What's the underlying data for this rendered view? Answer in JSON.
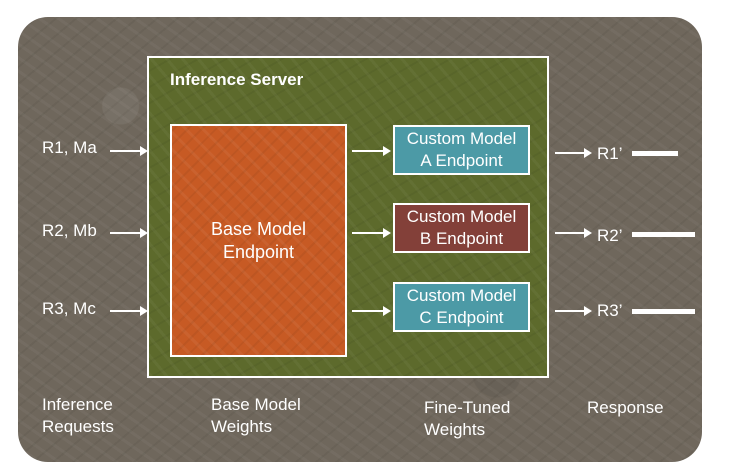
{
  "inputs": [
    "R1, Ma",
    "R2, Mb",
    "R3, Mc"
  ],
  "server": {
    "title": "Inference Server"
  },
  "base_model": {
    "label": "Base Model\nEndpoint"
  },
  "custom_models": [
    {
      "label": "Custom Model\nA Endpoint",
      "color": "#4c9aa6"
    },
    {
      "label": "Custom Model\nB Endpoint",
      "color": "#834039"
    },
    {
      "label": "Custom Model\nC Endpoint",
      "color": "#4c9aa6"
    }
  ],
  "responses": [
    "R1’",
    "R2’",
    "R3’"
  ],
  "captions": {
    "inference_requests": "Inference\nRequests",
    "base_model_weights": "Base Model\nWeights",
    "fine_tuned_weights": "Fine-Tuned\nWeights",
    "response": "Response"
  }
}
